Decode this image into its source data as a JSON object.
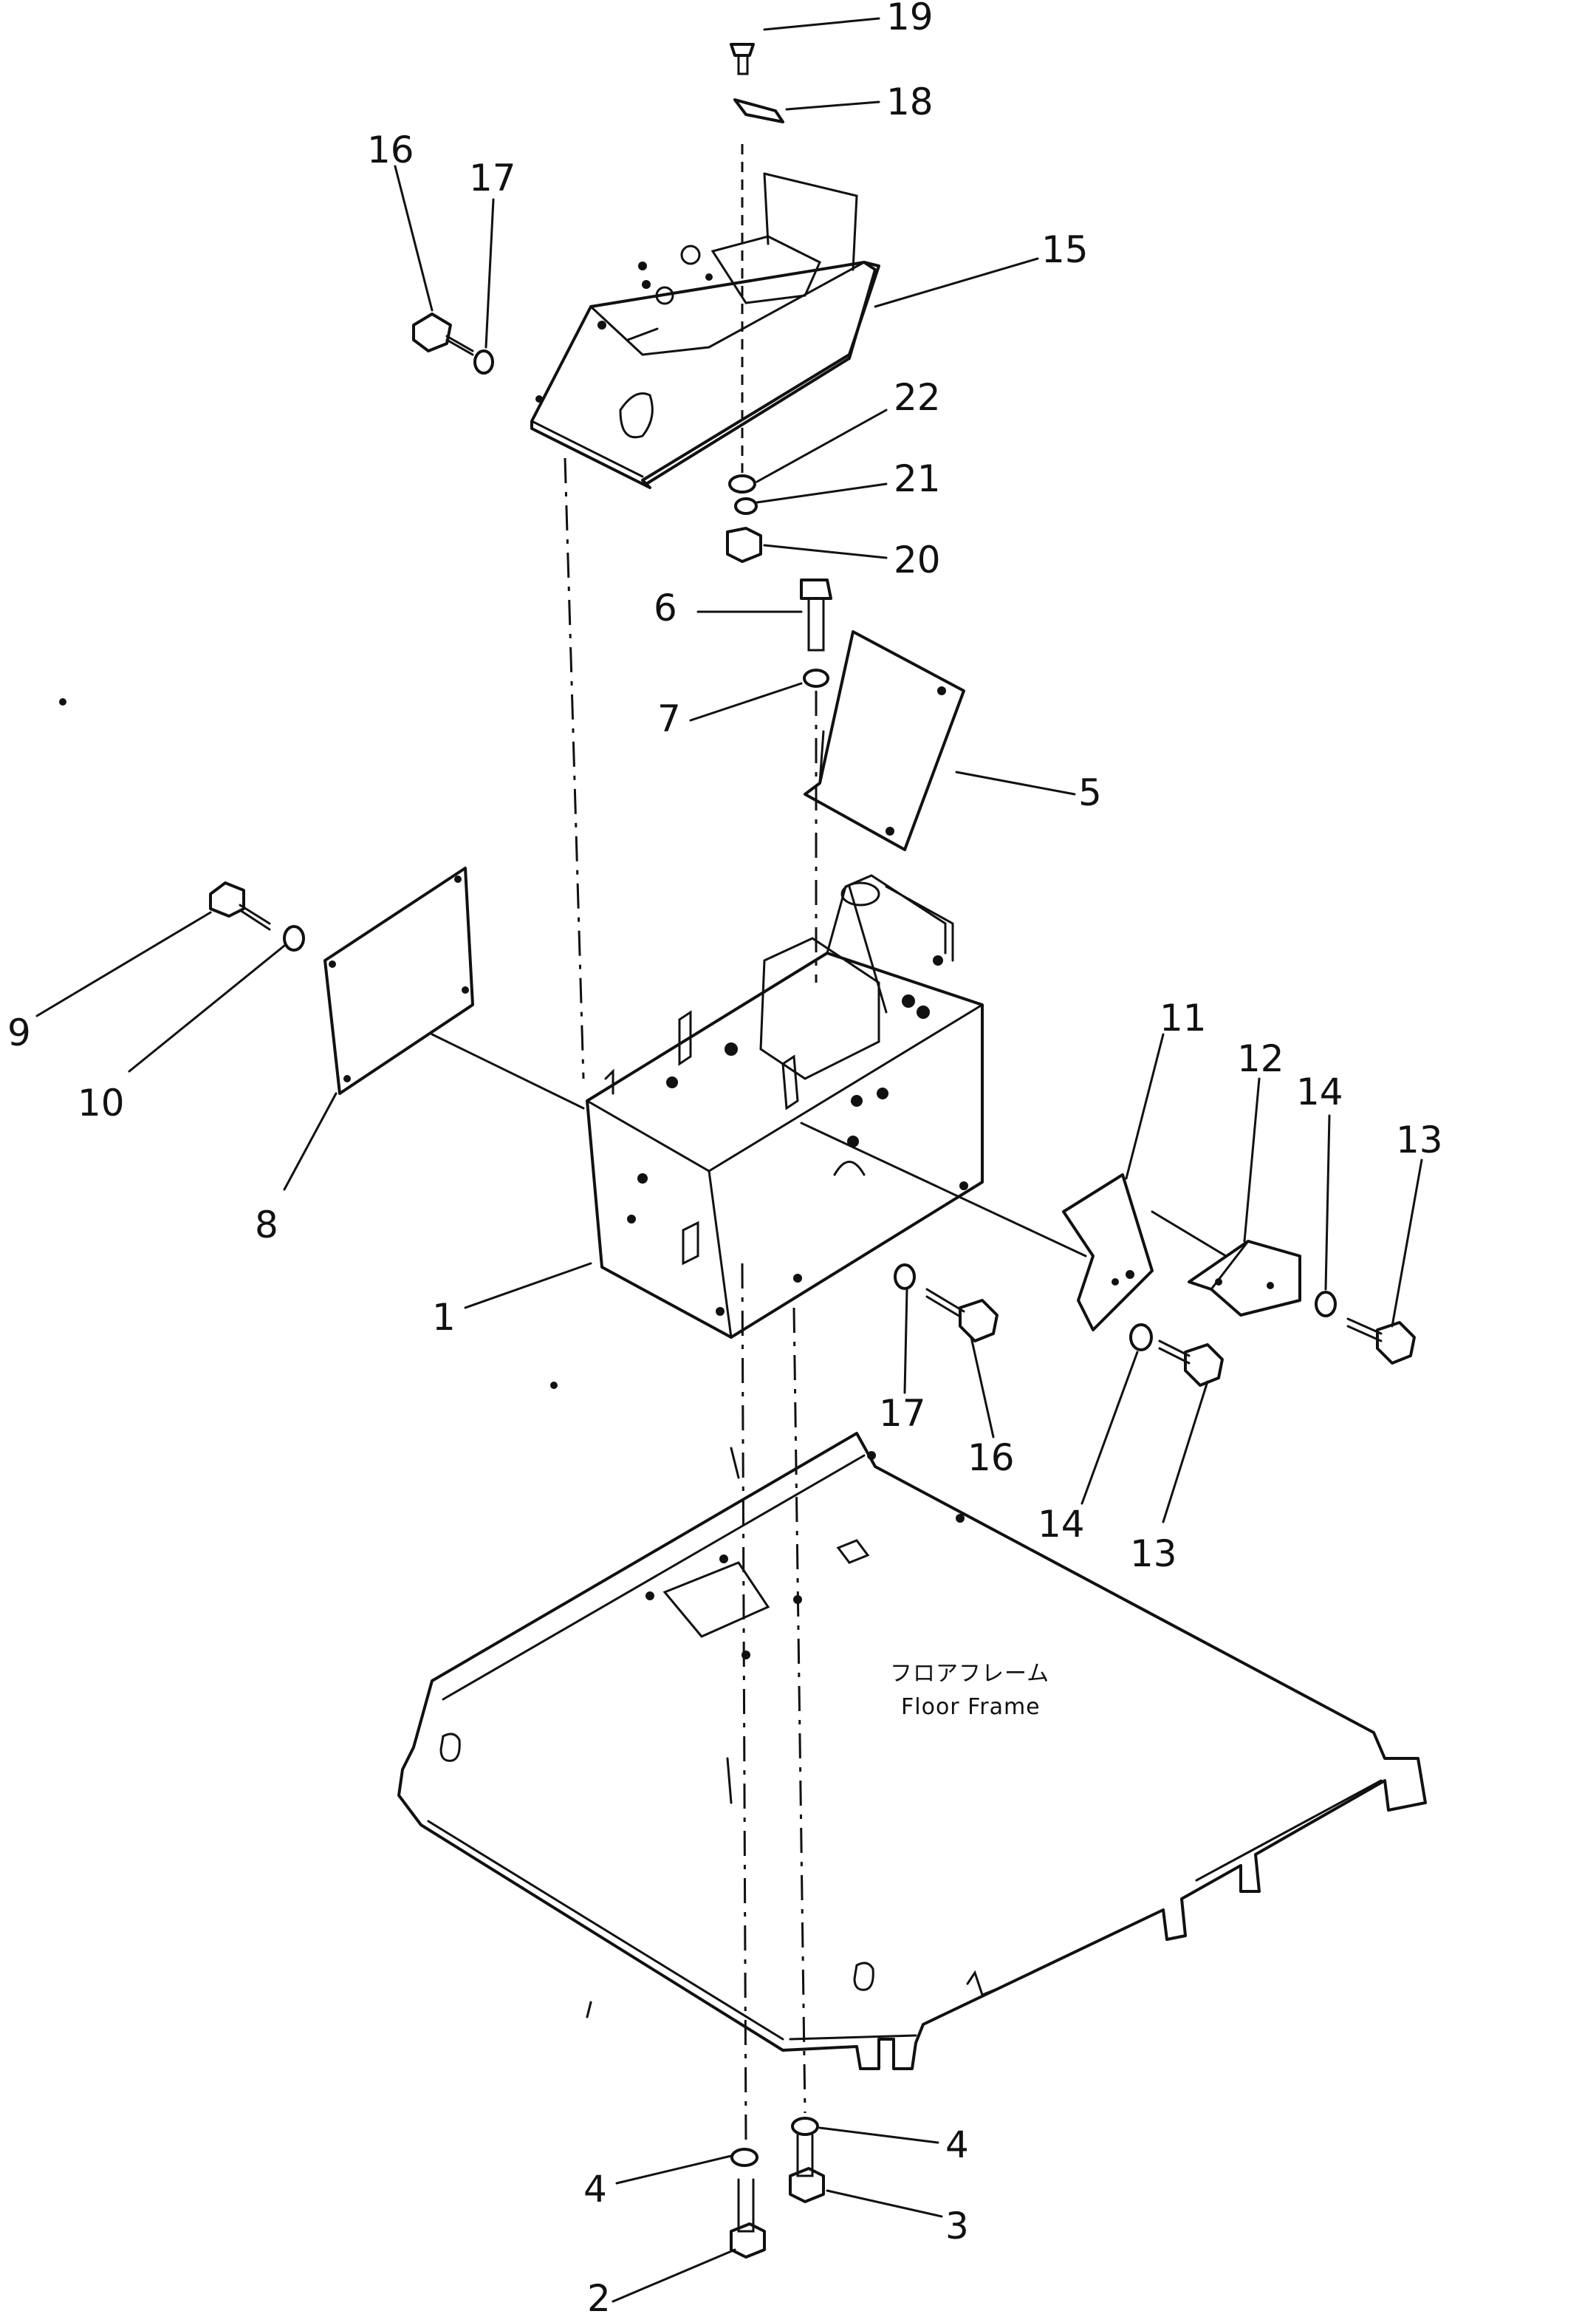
{
  "figure": {
    "floor_frame_caption_jp": "フロアフレーム",
    "floor_frame_caption_en": "Floor Frame"
  },
  "callouts": {
    "c1": "1",
    "c2": "2",
    "c3": "3",
    "c4a": "4",
    "c4b": "4",
    "c5": "5",
    "c6": "6",
    "c7": "7",
    "c8": "8",
    "c9": "9",
    "c10": "10",
    "c11": "11",
    "c12": "12",
    "c13a": "13",
    "c13b": "13",
    "c14a": "14",
    "c14b": "14",
    "c15": "15",
    "c16a": "16",
    "c16b": "16",
    "c17a": "17",
    "c17b": "17",
    "c18": "18",
    "c19": "19",
    "c20": "20",
    "c21": "21",
    "c22": "22"
  }
}
